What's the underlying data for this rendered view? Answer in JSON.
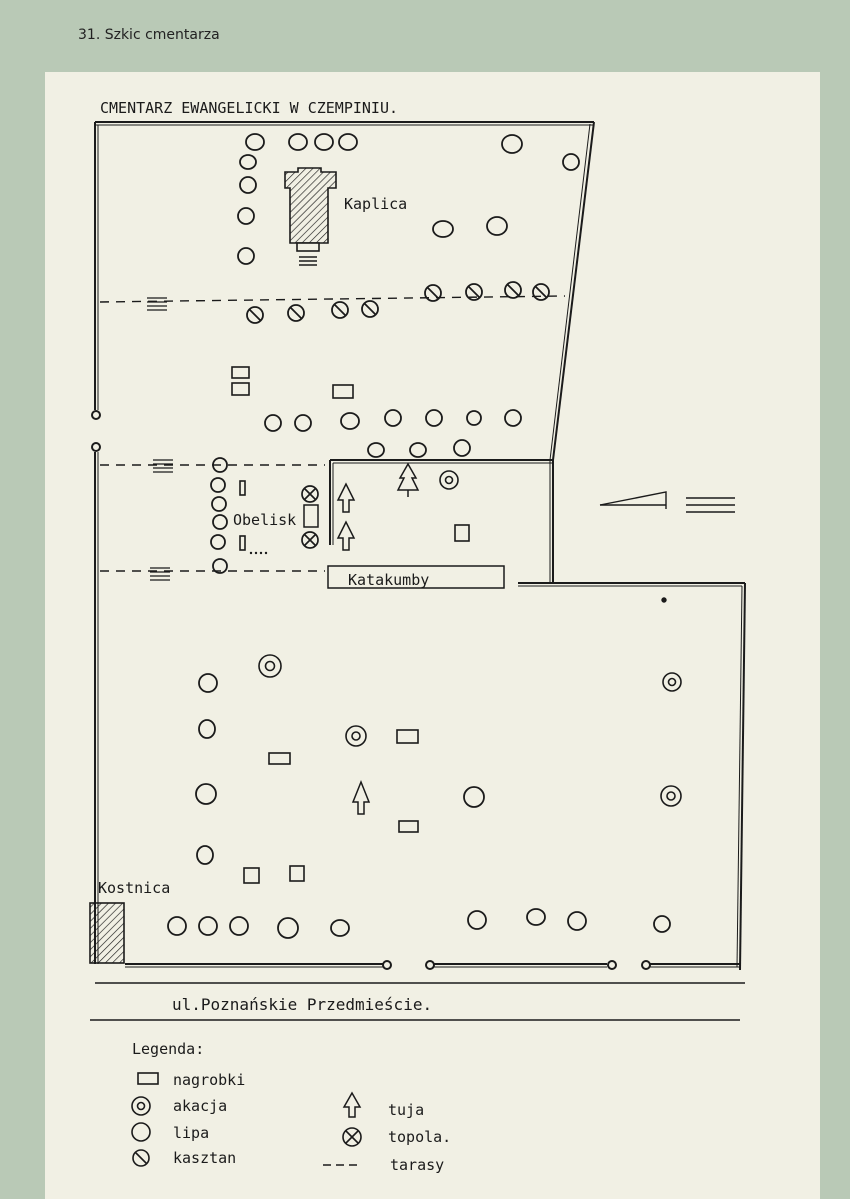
{
  "caption": "31. Szkic cmentarza",
  "title": "CMENTARZ EWANGELICKI W CZEMPINIU.",
  "labels": {
    "chapel": "Kaplica",
    "obelisk": "Obelisk",
    "catacombs": "Katakumby",
    "ossuary": "Kostnica",
    "street": "ul.Poznańskie Przedmieście."
  },
  "legend": {
    "heading": "Legenda:",
    "items": [
      {
        "symbol": "gravestone",
        "label": "nagrobki"
      },
      {
        "symbol": "acacia",
        "label": "akacja"
      },
      {
        "symbol": "linden",
        "label": "lipa"
      },
      {
        "symbol": "chestnut",
        "label": "kasztan"
      },
      {
        "symbol": "thuja",
        "label": "tuja"
      },
      {
        "symbol": "poplar",
        "label": "topola."
      },
      {
        "symbol": "terraces",
        "label": "tarasy"
      }
    ]
  },
  "colors": {
    "ink": "#1b1b1b",
    "paper": "#f1f0e4",
    "background": "#b9c9b6"
  }
}
